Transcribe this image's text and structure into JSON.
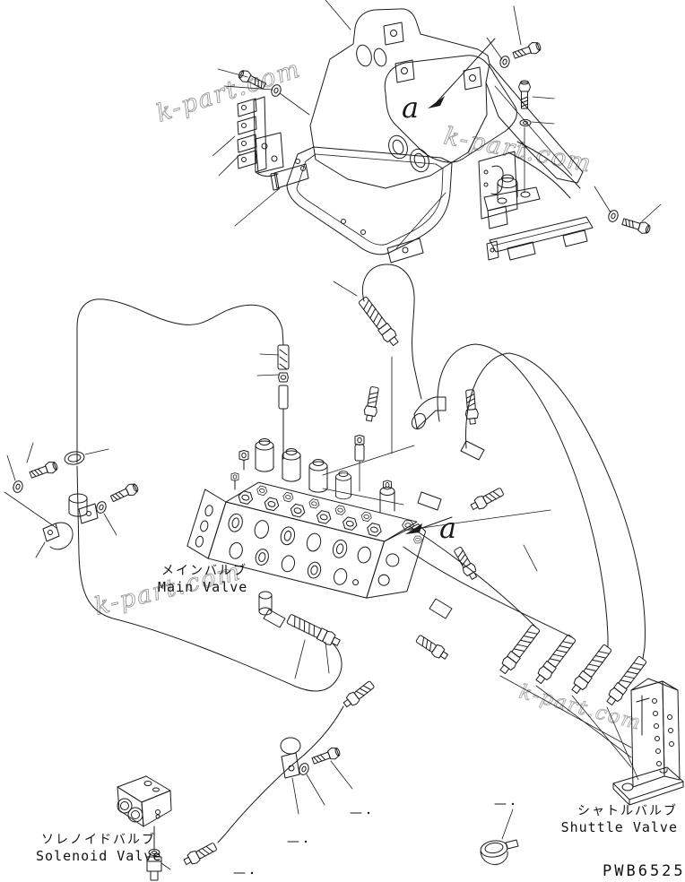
{
  "page": {
    "background": "#ffffff",
    "line_color": "#1a1a1a",
    "watermark_color": "#9a9a9a"
  },
  "watermark": {
    "text": "k-part.com"
  },
  "view_labels": {
    "detail_marker": "a"
  },
  "parts": {
    "main_valve": {
      "jp": "メインバルブ",
      "en": "Main Valve"
    },
    "shuttle_valve": {
      "jp": "シャトルバルブ",
      "en": "Shuttle Valve"
    },
    "solenoid_valve": {
      "jp": "ソレノイドバルブ",
      "en": "Solenoid Valve"
    }
  },
  "drawing_code": "PWB6525"
}
